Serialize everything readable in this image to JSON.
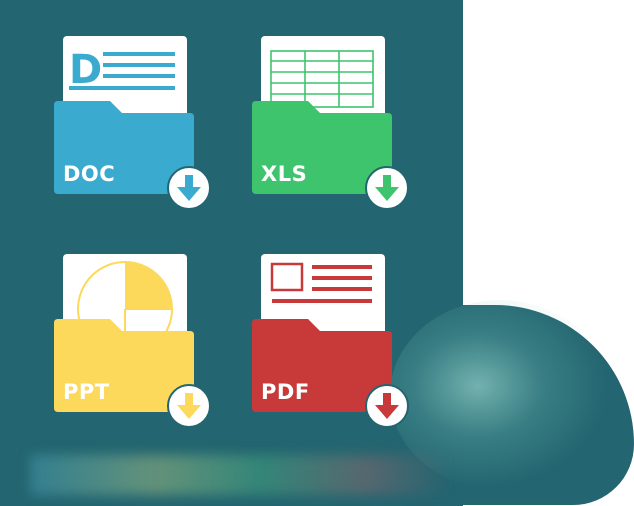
{
  "files": [
    {
      "label": "DOC",
      "color": "#3AABCF",
      "thumb_letter": "D"
    },
    {
      "label": "XLS",
      "color": "#3EC46C"
    },
    {
      "label": "PPT",
      "color": "#FCD95B"
    },
    {
      "label": "PDF",
      "color": "#C8393A"
    }
  ],
  "icons": {
    "document": "document-icon",
    "spreadsheet": "spreadsheet-icon",
    "pie-chart": "pie-chart-icon",
    "pdf-layout": "pdf-layout-icon",
    "download": "download-icon"
  },
  "colors": {
    "background": "#236570",
    "paper": "#FFFFFF",
    "doc": "#3AABCF",
    "xls": "#3EC46C",
    "ppt": "#FCD95B",
    "pdf": "#C8393A"
  }
}
